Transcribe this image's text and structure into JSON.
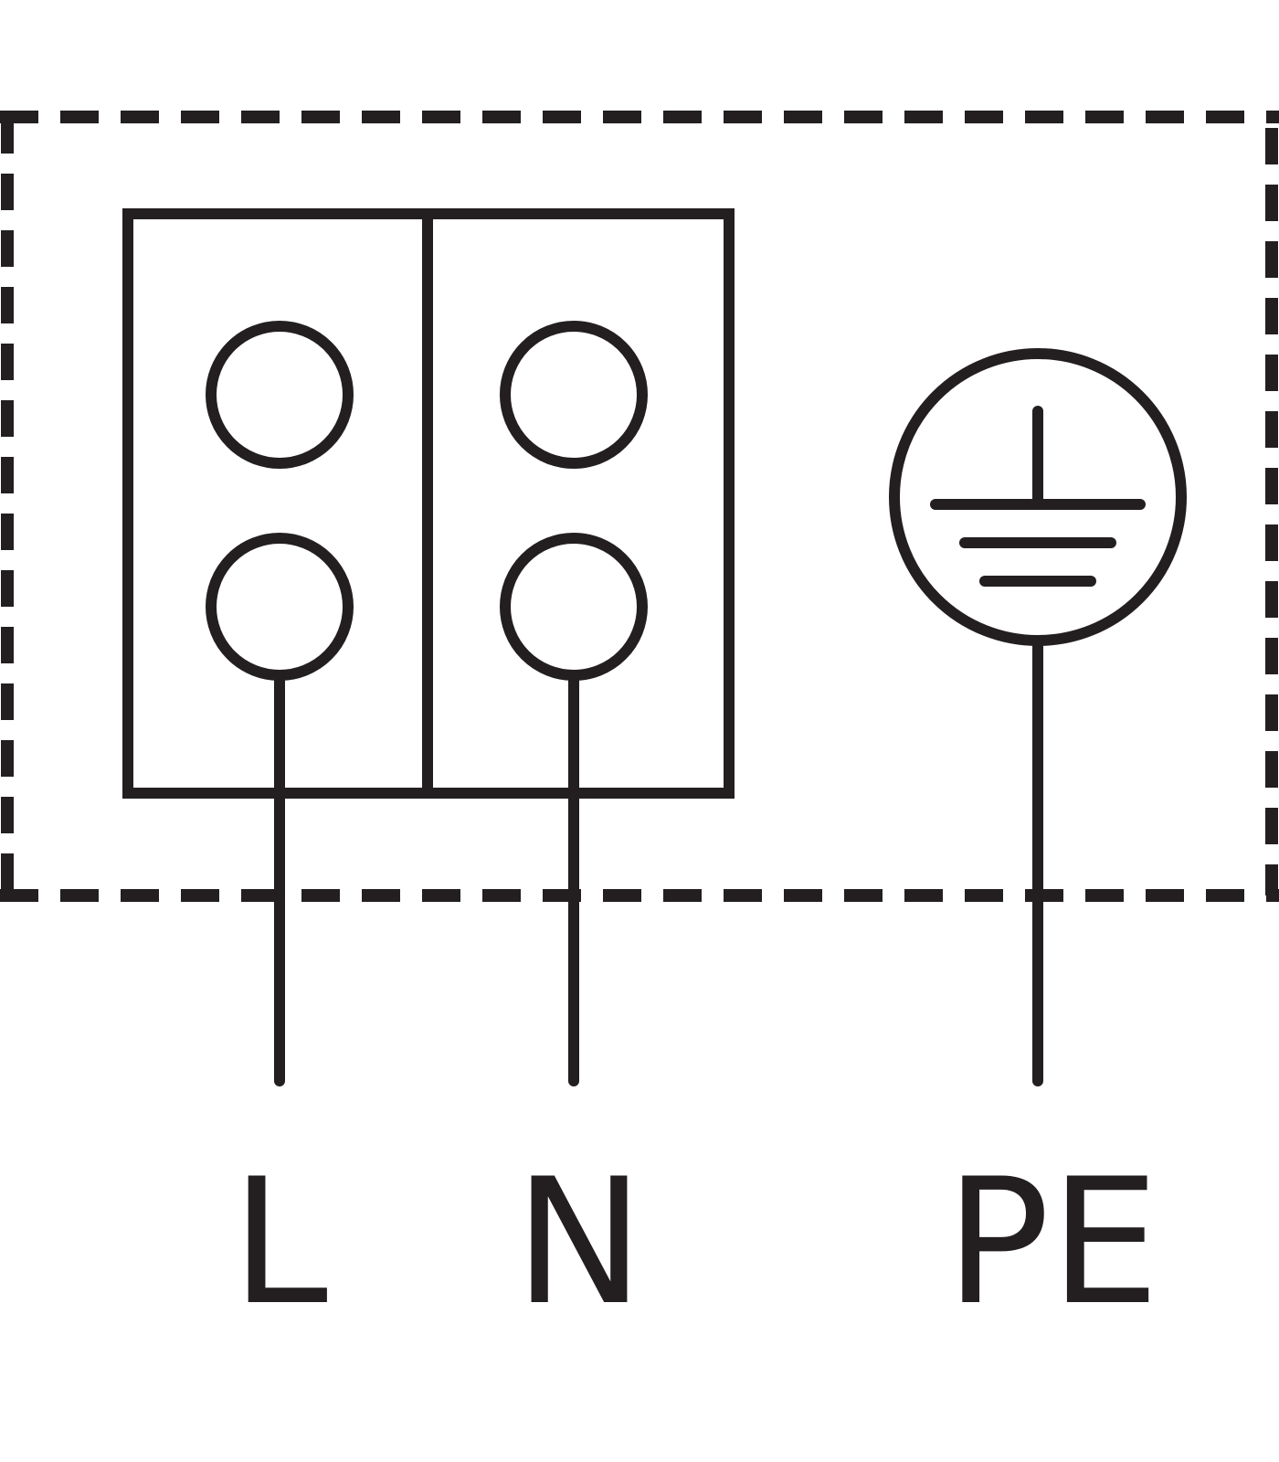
{
  "diagram": {
    "terminals": [
      {
        "id": "L",
        "label": "L"
      },
      {
        "id": "N",
        "label": "N"
      },
      {
        "id": "PE",
        "label": "PE"
      }
    ],
    "colors": {
      "background": "#ffffff",
      "stroke": "#231f20"
    },
    "icons": {
      "earth_symbol": "protective-earth-icon"
    }
  }
}
